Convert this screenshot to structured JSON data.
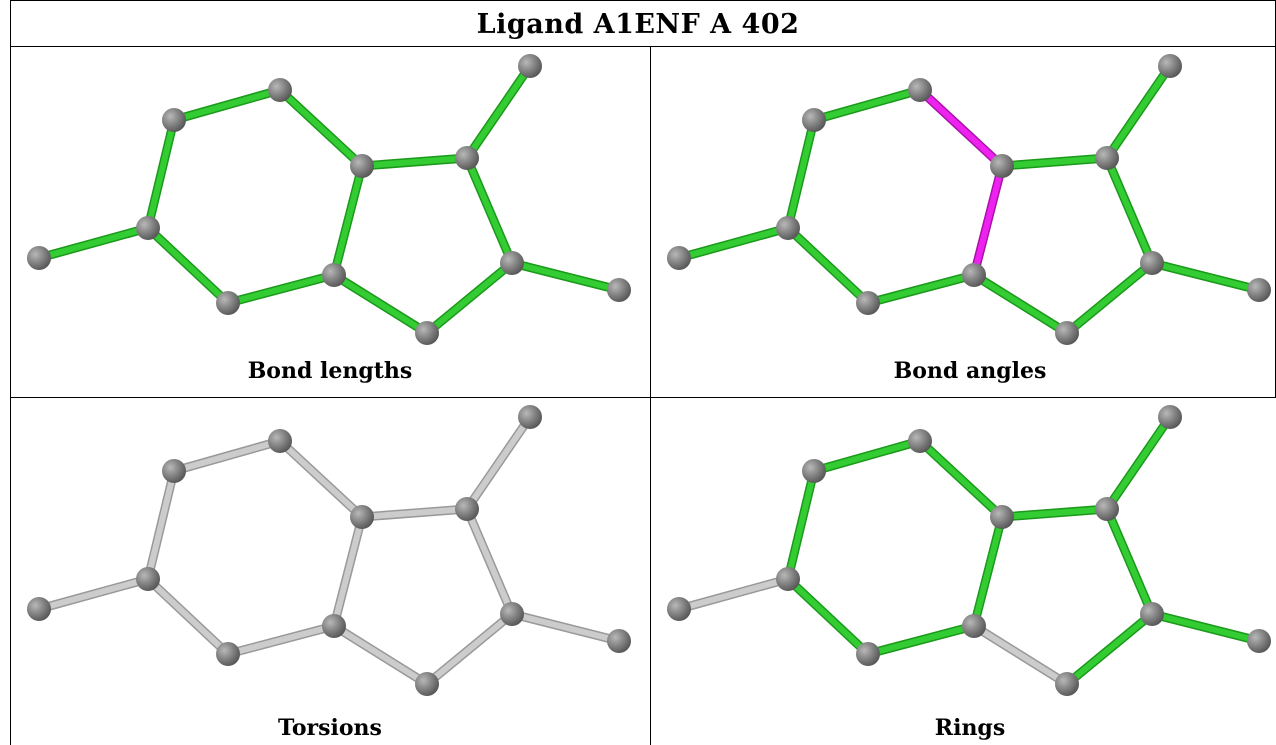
{
  "header": {
    "title": "Ligand A1ENF A 402"
  },
  "panels": [
    {
      "caption": "Bond lengths",
      "highlight": [
        0,
        1,
        2,
        3,
        4,
        5,
        6,
        7,
        8,
        9,
        10,
        11,
        12
      ]
    },
    {
      "caption": "Bond angles",
      "highlight": [
        0,
        1,
        2,
        3,
        4,
        5,
        6,
        7,
        8,
        9,
        10,
        11,
        12
      ],
      "outlier": [
        3,
        4
      ]
    },
    {
      "caption": "Torsions",
      "highlight": []
    },
    {
      "caption": "Rings",
      "highlight": [
        1,
        2,
        3,
        4,
        5,
        6,
        7,
        8,
        9,
        10,
        11
      ]
    }
  ],
  "colors": {
    "ok": "#33cc33",
    "ok_dark": "#1a991a",
    "outlier": "#ee22ee",
    "outlier_dark": "#aa11aa",
    "neutral": "#cccccc",
    "neutral_dark": "#999999",
    "atom": "#808080",
    "atom_dark": "#555555"
  }
}
